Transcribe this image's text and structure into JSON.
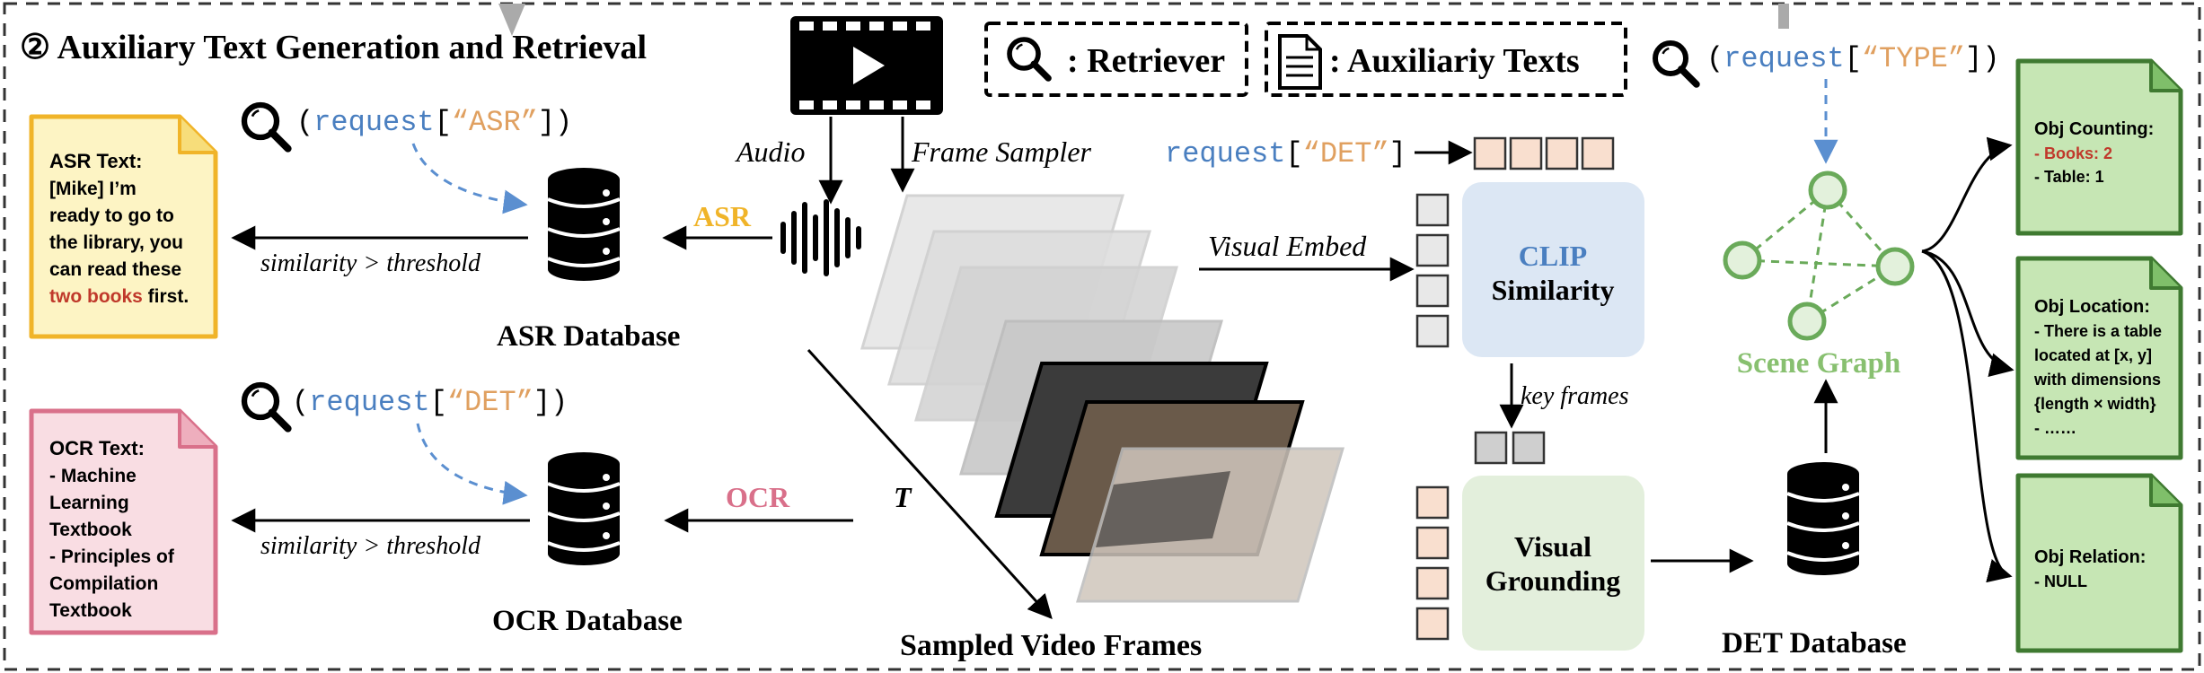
{
  "title": {
    "circled": "②",
    "text": "Auxiliary Text Generation and Retrieval"
  },
  "legend": {
    "retriever": ": Retriever",
    "aux_texts": ": Auxiliariy Texts"
  },
  "requests": {
    "asr": {
      "fn": "request",
      "open": "[",
      "key": "“ASR”",
      "close": "]"
    },
    "det_left": {
      "fn": "request",
      "open": "[",
      "key": "“DET”",
      "close": "]"
    },
    "det_top": {
      "fn": "request",
      "open": "[",
      "key": "“DET”",
      "close": "]"
    },
    "type": {
      "fn": "request",
      "open": "[",
      "key": "“TYPE”",
      "close": "]"
    }
  },
  "asr_note": {
    "title": "ASR Text:",
    "lines": [
      "[Mike] I’m",
      "ready to go to",
      "the library, you",
      "can read these"
    ],
    "highlight": "two books",
    "tail": " first."
  },
  "ocr_note": {
    "title": "OCR Text:",
    "lines": [
      "- Machine",
      "Learning",
      "Textbook",
      "- Principles of",
      "Compilation",
      "Textbook"
    ]
  },
  "labels": {
    "similarity": "similarity > threshold",
    "asr_db": "ASR Database",
    "ocr_db": "OCR Database",
    "asr": "ASR",
    "ocr": "OCR",
    "audio": "Audio",
    "frame_sampler": "Frame Sampler",
    "visual_embed": "Visual Embed",
    "sampled_frames": "Sampled Video Frames",
    "t": "T",
    "clip_top": "CLIP",
    "clip_bottom": "Similarity",
    "key_frames": "key frames",
    "vg_top": "Visual",
    "vg_bottom": "Grounding",
    "det_db": "DET Database",
    "scene_graph": "Scene Graph"
  },
  "outputs": [
    {
      "title": "Obj Counting:",
      "lines": [
        {
          "text": "- Books: 2",
          "red": true
        },
        {
          "text": "- Table: 1",
          "red": false
        }
      ]
    },
    {
      "title": "Obj Location:",
      "lines": [
        {
          "text": "- There is a table",
          "red": false
        },
        {
          "text": "located at [x, y]",
          "red": false
        },
        {
          "text": "with dimensions",
          "red": false
        },
        {
          "text": "{length × width}",
          "red": false
        },
        {
          "text": "- ……",
          "red": false
        }
      ]
    },
    {
      "title": "Obj Relation:",
      "lines": [
        {
          "text": "- NULL",
          "red": false
        }
      ]
    }
  ],
  "colors": {
    "code_blue": "#4a7fc0",
    "code_orange": "#e0a060",
    "asr_gold": "#f0b429",
    "ocr_pink": "#d9708a",
    "green": "#6aaa5a",
    "asr_fill": "#fdf4c4",
    "ocr_fill": "#f9dde3",
    "clip_fill": "#dce7f4",
    "vg_fill": "#e3efdc",
    "out_fill": "#c6e6b4",
    "red_text": "#c0392b"
  }
}
